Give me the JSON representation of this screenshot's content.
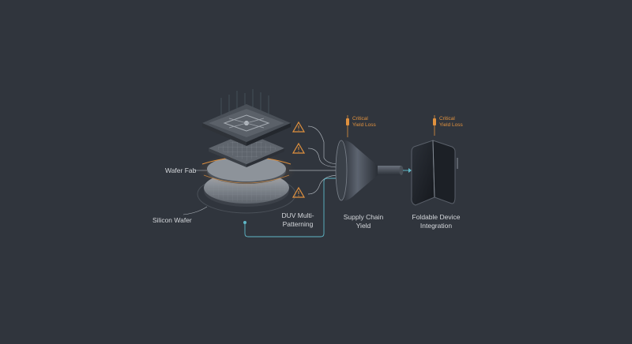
{
  "labels": {
    "wafer_fab": "Wafer Fab",
    "silicon_wafer": "Silicon Wafer",
    "duv_line1": "DUV Multi-",
    "duv_line2": "Patterning",
    "supply_line1": "Supply Chain",
    "supply_line2": "Yield",
    "foldable_line1": "Foldable Device",
    "foldable_line2": "Integration"
  },
  "callouts": {
    "funnel_line1": "Critical",
    "funnel_line2": "Yield Loss",
    "device_line1": "Critical",
    "device_line2": "Yield Loss"
  },
  "colors": {
    "background": "#30353d",
    "accent_cyan": "#5fb8c8",
    "warning_orange": "#e0913e",
    "label_text": "#d5d8dc"
  },
  "icons": [
    "warning-icon",
    "warning-icon",
    "warning-icon",
    "yield-loss-marker-icon",
    "yield-loss-marker-icon"
  ]
}
